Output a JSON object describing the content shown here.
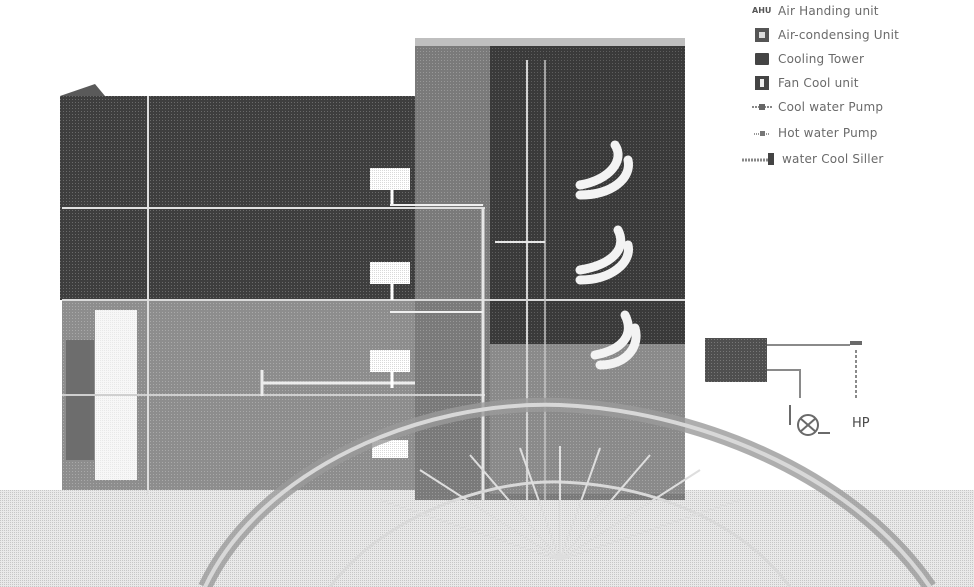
{
  "legend": {
    "ahu": {
      "code": "AHU",
      "label": "Air Handing unit"
    },
    "acu": {
      "label": "Air-condensing Unit"
    },
    "ct": {
      "label": "Cooling Tower"
    },
    "fcu": {
      "label": "Fan Cool unit"
    },
    "cwp": {
      "label": "Cool water Pump"
    },
    "hwp": {
      "label": "Hot water Pump"
    },
    "wcc": {
      "label": "water Cool Siller"
    }
  },
  "hp_label": "HP",
  "colors": {
    "dark_fill": "#3e3e3e",
    "mid_fill": "#8d8d8d",
    "light_fill": "#cfcfcf",
    "pipe": "#dcdcdc",
    "legend_text": "#6a6a6a"
  }
}
